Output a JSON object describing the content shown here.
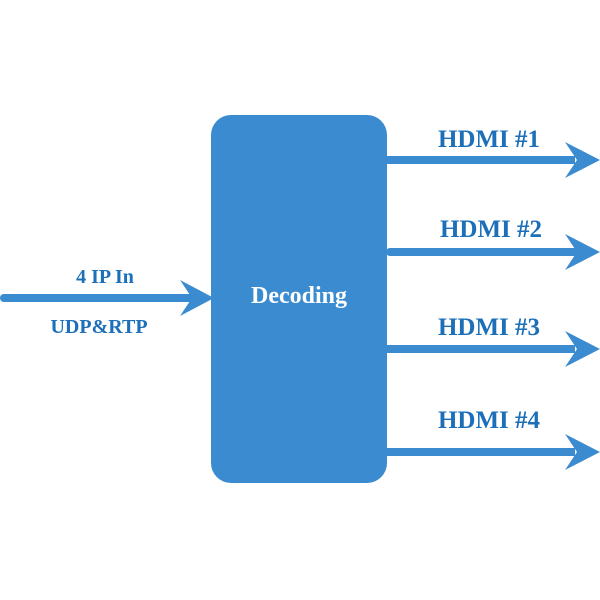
{
  "block": {
    "label": "Decoding"
  },
  "input": {
    "label_top": "4 IP In",
    "label_bottom": "UDP&RTP"
  },
  "outputs": [
    {
      "label": "HDMI #1"
    },
    {
      "label": "HDMI #2"
    },
    {
      "label": "HDMI #3"
    },
    {
      "label": "HDMI #4"
    }
  ],
  "colors": {
    "block": "#3a8bcf",
    "arrow": "#3a8bcf",
    "text": "#1c6fb8"
  }
}
